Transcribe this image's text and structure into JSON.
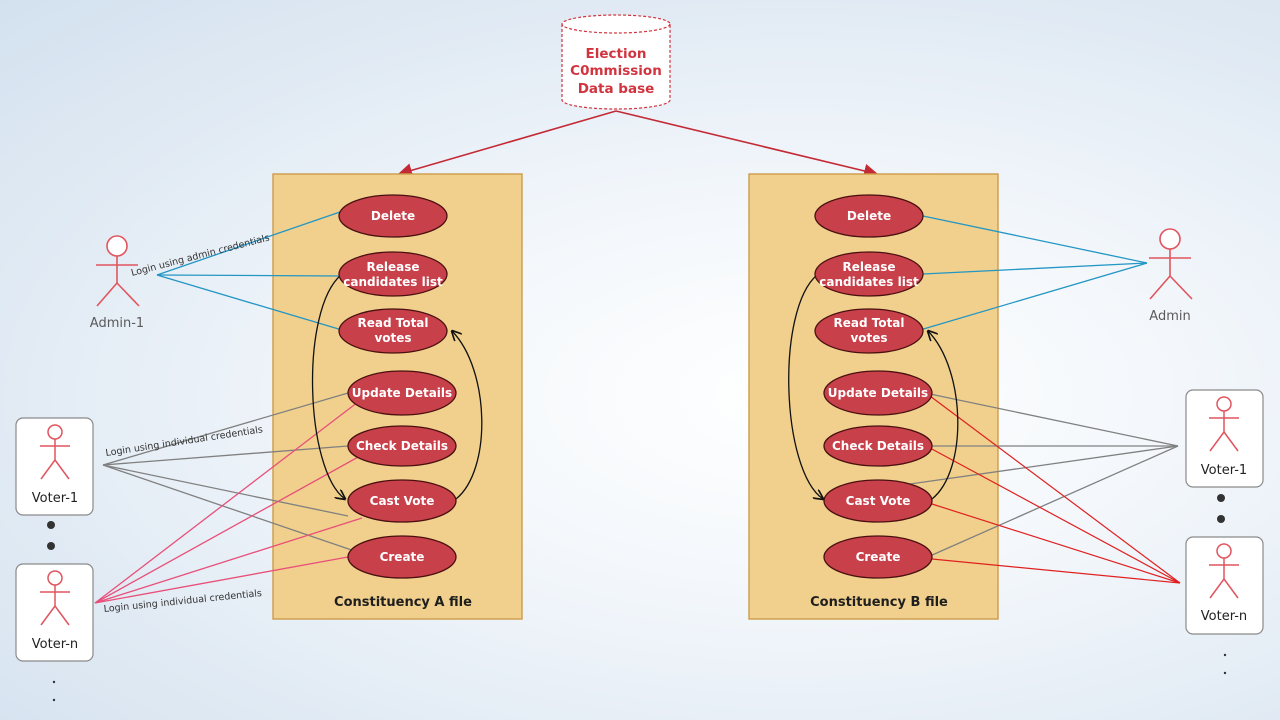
{
  "colors": {
    "usecase_fill": "#c8404a",
    "usecase_stroke": "#4a1010",
    "boundary_fill": "#f0d08c",
    "boundary_stroke": "#d0a050",
    "actor": "#e0555e",
    "admin_link": "#2396c4",
    "voter_link_gray": "#808080",
    "voter_link_pink": "#e8507a",
    "voter_link_red": "#e02020",
    "db_arrow": "#c42a36"
  },
  "database": {
    "lines": [
      "Election",
      "C0mmission",
      "Data base"
    ]
  },
  "constituency_a": {
    "title": "Constituency A file",
    "usecases": {
      "delete": "Delete",
      "release_1": "Release",
      "release_2": "candidates list",
      "read_1": "Read Total",
      "read_2": "votes",
      "update": "Update Details",
      "check": "Check Details",
      "cast": "Cast Vote",
      "create": "Create"
    }
  },
  "constituency_b": {
    "title": "Constituency B file",
    "usecases": {
      "delete": "Delete",
      "release_1": "Release",
      "release_2": "candidates list",
      "read_1": "Read Total",
      "read_2": "votes",
      "update": "Update Details",
      "check": "Check Details",
      "cast": "Cast Vote",
      "create": "Create"
    }
  },
  "actors": {
    "admin_1": "Admin-1",
    "admin": "Admin",
    "voter_1_left": "Voter-1",
    "voter_n_left": "Voter-n",
    "voter_1_right": "Voter-1",
    "voter_n_right": "Voter-n"
  },
  "edge_labels": {
    "admin_login": "Login using admin credentials",
    "voter1_login": "Login using individual credentials",
    "votern_login": "Login using individual credentials"
  },
  "icons": [
    "database-icon",
    "actor-icon",
    "ellipsis-dots"
  ]
}
